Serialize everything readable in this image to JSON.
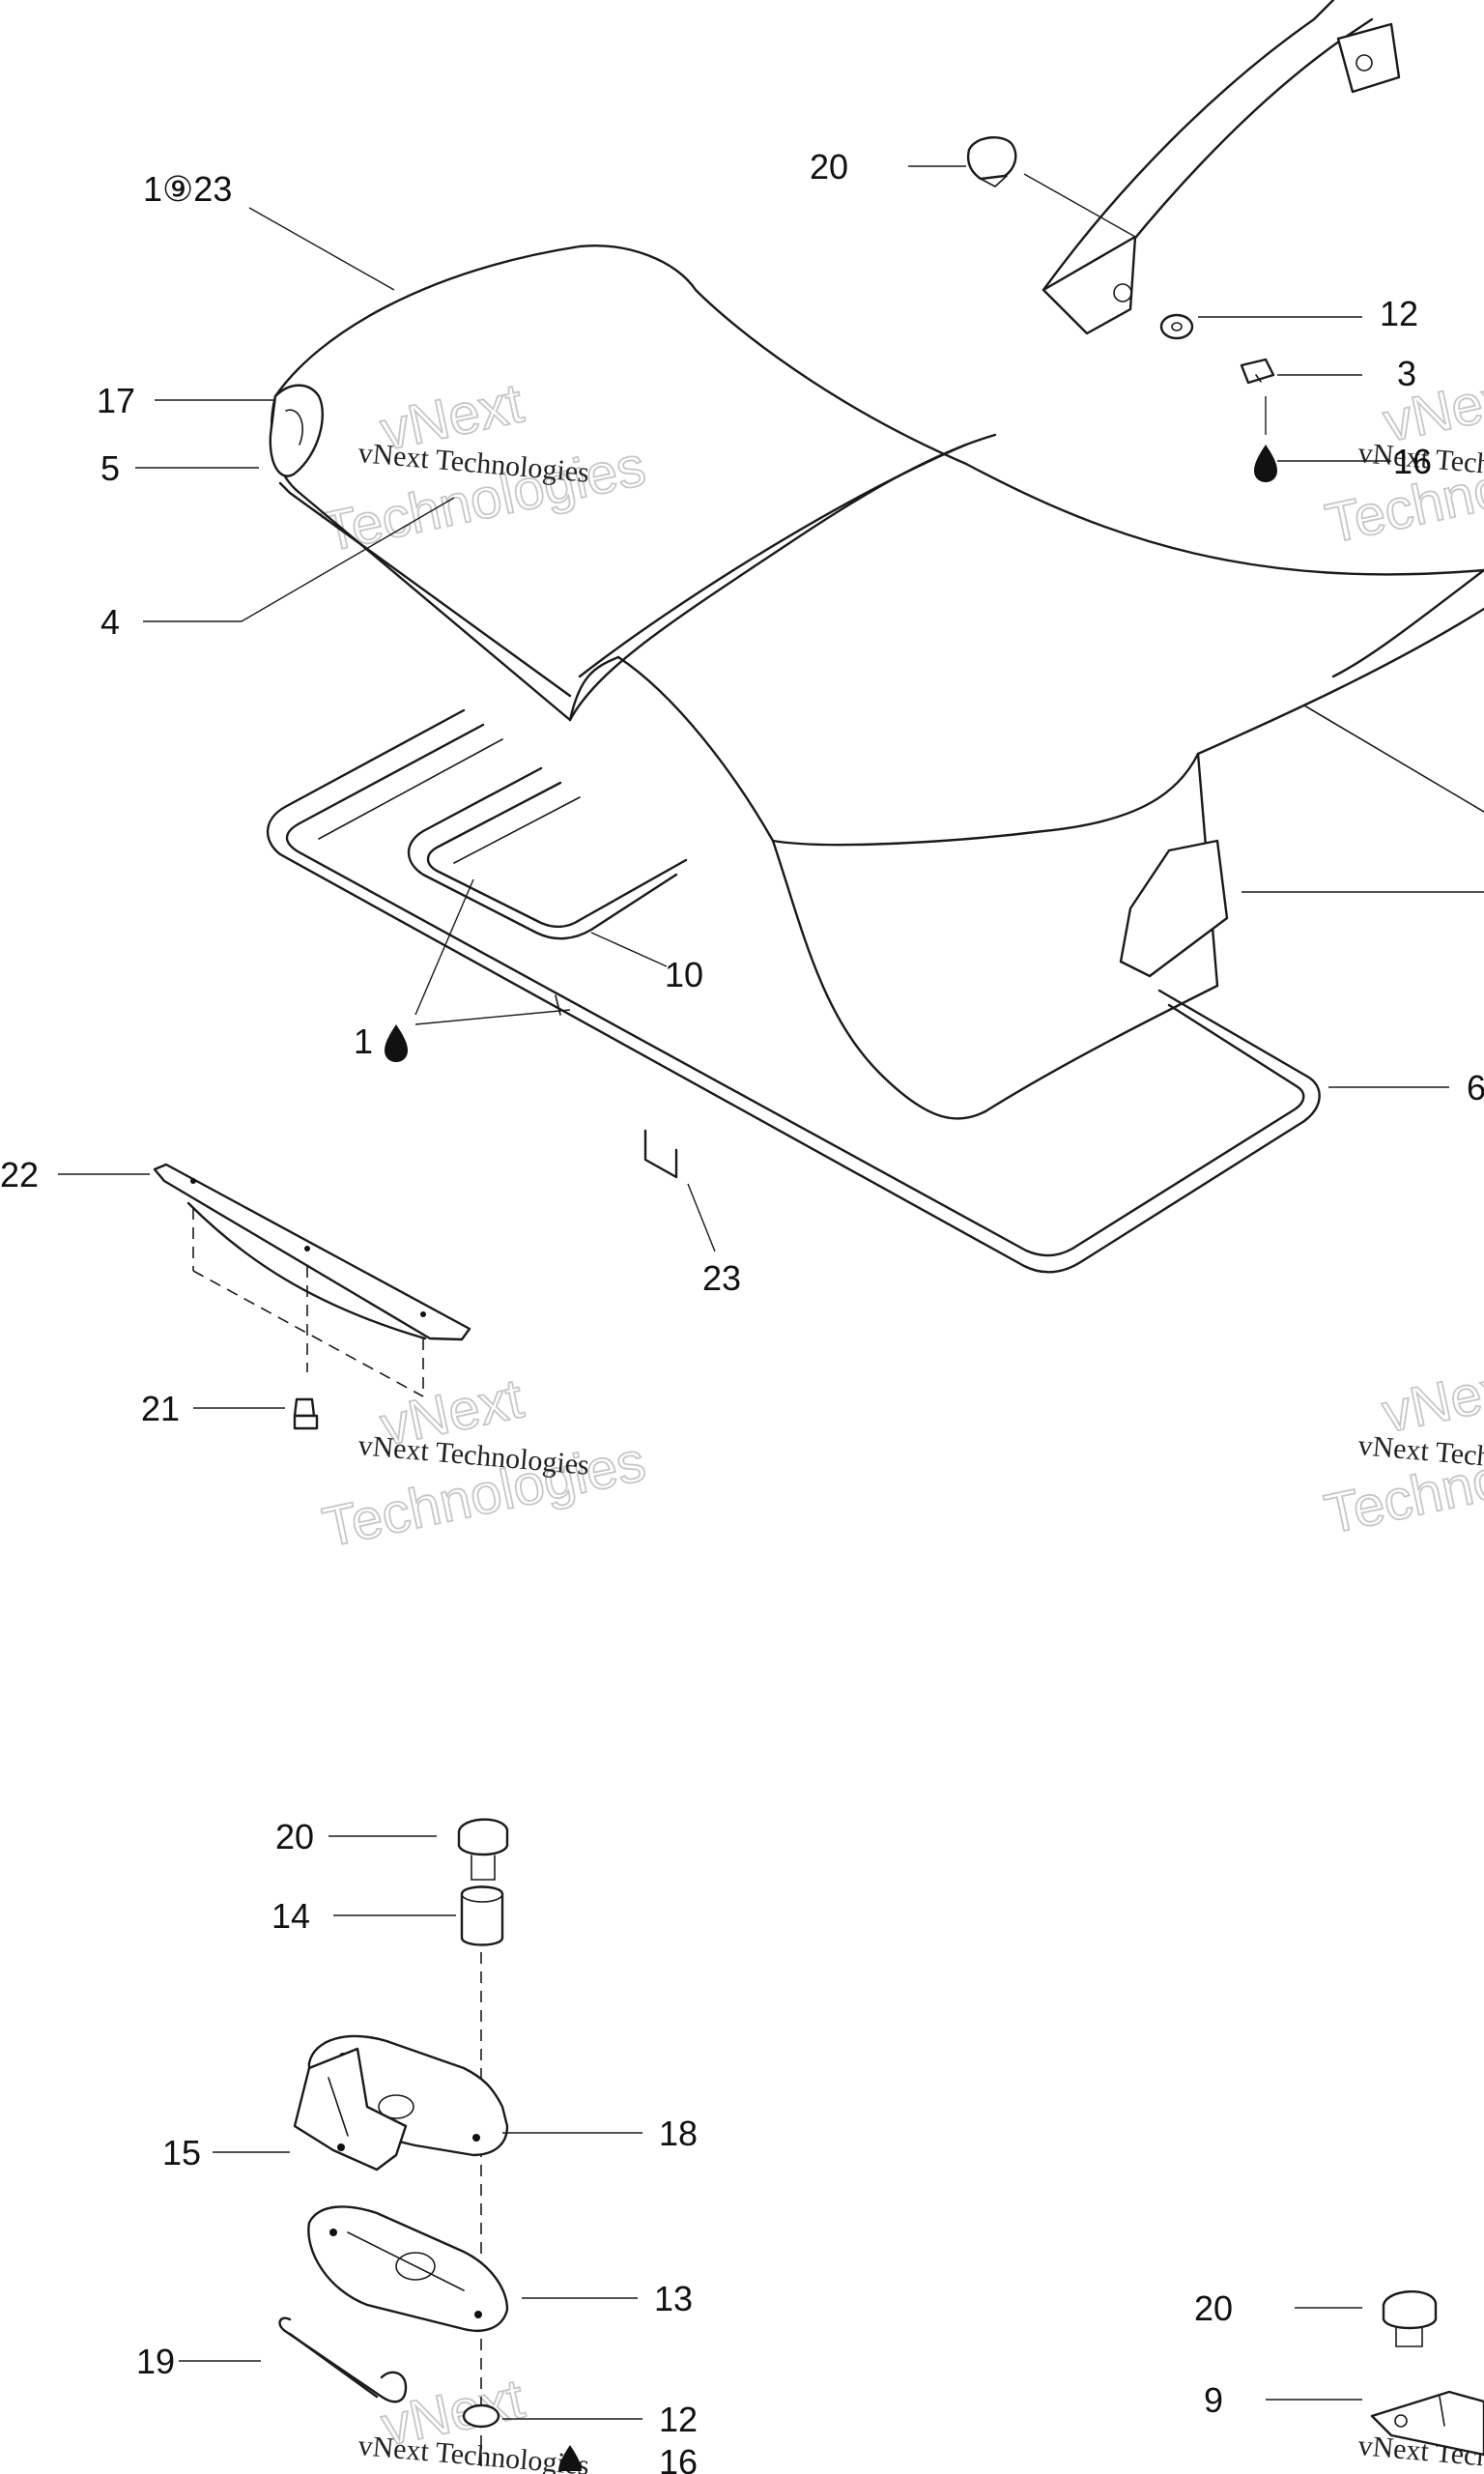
{
  "callouts": {
    "c_1923": "1⑨23",
    "c_20_top": "20",
    "c_12_top": "12",
    "c_3": "3",
    "c_16_top": "16",
    "c_17": "17",
    "c_5": "5",
    "c_4": "4",
    "c_10": "10",
    "c_1": "1",
    "c_6": "6",
    "c_22": "22",
    "c_23": "23",
    "c_21": "21",
    "c_20_mid": "20",
    "c_14": "14",
    "c_18": "18",
    "c_15": "15",
    "c_13": "13",
    "c_19": "19",
    "c_12_bottom": "12",
    "c_16_bottom": "16",
    "c_20_right": "20",
    "c_9": "9"
  },
  "watermarks": {
    "small": "vNext Technologies",
    "vnext": "vNext",
    "technologies": "Technologies"
  },
  "icons": {
    "adhesive": "adhesive-drop-icon"
  }
}
